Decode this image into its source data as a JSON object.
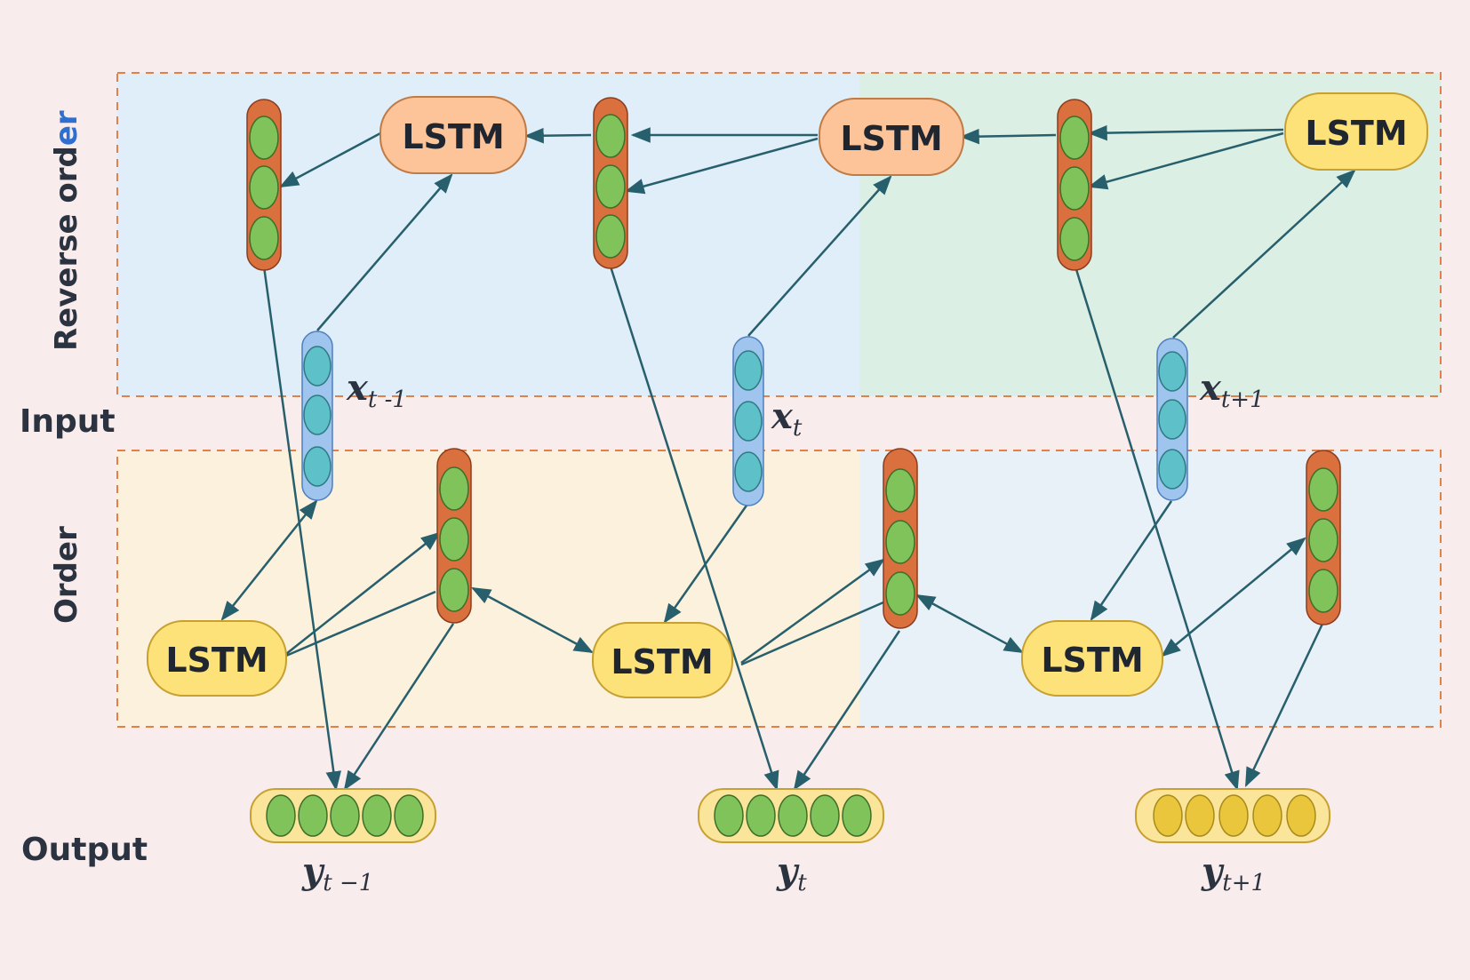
{
  "labels": {
    "reverse_order_main": "Reverse ord",
    "reverse_order_tail": "er",
    "input": "Input",
    "order": "Order",
    "output": "Output"
  },
  "lstm": {
    "label": "LSTM"
  },
  "inputs": [
    {
      "var": "x",
      "sub": "t -1"
    },
    {
      "var": "x",
      "sub": "t"
    },
    {
      "var": "x",
      "sub": "t+1"
    }
  ],
  "outputs": [
    {
      "var": "y",
      "sub": "t −1"
    },
    {
      "var": "y",
      "sub": "t"
    },
    {
      "var": "y",
      "sub": "t+1"
    }
  ],
  "colors": {
    "background": "#f9ecec",
    "reverse_region_a": "#dfeef9",
    "reverse_region_b": "#dcefe4",
    "order_region_a": "#fbf1dd",
    "order_region_b": "#e9f1f8",
    "dashed_border": "#e0804a",
    "lstm_orange": "#fdc49a",
    "lstm_yellow": "#fde27a",
    "hidden_state": "#d9703e",
    "hidden_cell": "#80c35a",
    "input_vector": "#9fc4ee",
    "input_cell": "#5ec0c8",
    "output_vector": "#fbe59a",
    "output_cell_green": "#80c35a",
    "output_cell_yellow": "#e9c63c",
    "arrow": "#275f6c",
    "accent_blue": "#2f6fd0"
  }
}
